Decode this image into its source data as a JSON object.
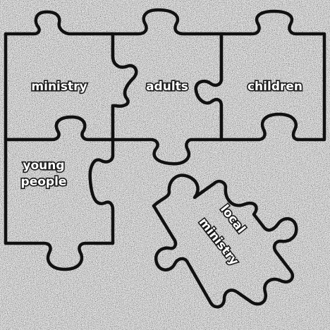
{
  "pieces": {
    "ministry": {
      "label": "ministry"
    },
    "adults": {
      "label": "adults"
    },
    "children": {
      "label": "children"
    },
    "young_people": {
      "line1": "young",
      "line2": "people"
    },
    "local_ministry": {
      "line1": "local",
      "line2": "ministry"
    }
  },
  "colors": {
    "outline": "#111111",
    "grain_light": "#eeeeee",
    "grain_dark": "#7a7a7a",
    "label_fill": "#ffffff"
  }
}
